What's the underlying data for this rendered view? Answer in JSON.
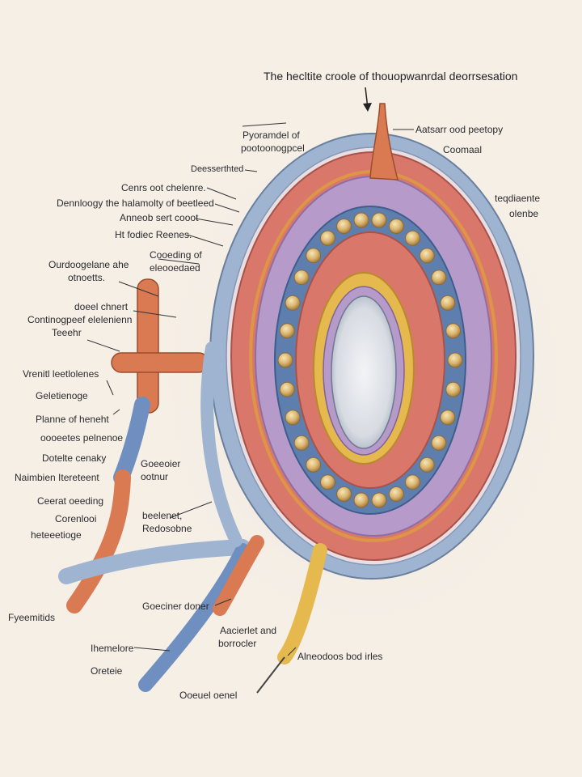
{
  "title": "The hecltite croole of thouopwanrdal deorrsesation",
  "labels": {
    "top_right_1": "Aatsarr ood peetopy",
    "top_right_2": "Coomaal",
    "left_1": "Pyoramdel of",
    "left_2": "pootoonogpcel",
    "left_3": "Deesserthted",
    "left_4": "Cenrs oot chelenre.",
    "left_5": "Dennloogy the halamolty of beetleed",
    "left_6": "Anneob sert cooot",
    "left_7": "Ht fodiec Reenes.",
    "left_8": "Cooeding of",
    "left_9": "eleooedaed",
    "left_10": "Ourdoogelane ahe",
    "left_11": "otnoetts.",
    "left_12": "doeel chnert",
    "left_13": "Continogpeef elelenienn",
    "left_14": "Teeehr",
    "left_15": "Vrenitl leetlolenes",
    "left_16": "Geletienoge",
    "left_17": "Planne of heneht",
    "left_18": "oooeetes pelnenoe",
    "left_19": "Dotelte cenaky",
    "left_20": "Naimbien Itereteent",
    "left_21": "Ceerat oeeding",
    "left_22": "Corenlooi",
    "left_23": "heteeetioge",
    "mid_1": "Goeeoier",
    "mid_2": "ootnur",
    "mid_3": "beelenet,",
    "mid_4": "Redosobne",
    "right_1": "teqdiaente",
    "right_2": "olenbe",
    "bottom_1": "Fyeemitids",
    "bottom_2": "Goeciner doner",
    "bottom_3": "Ihemelore",
    "bottom_4": "Aacierlet and",
    "bottom_5": "borrocler",
    "bottom_6": "Alneodoos bod irles",
    "bottom_7": "Oreteie",
    "bottom_8": "Ooeuel oenel"
  },
  "colors": {
    "background": "#f5efe6",
    "outer_blue": "#9fb4d0",
    "red_band": "#d9786a",
    "purple_band": "#b69ac9",
    "orange_line": "#dd9547",
    "blue_ring": "#5e7fae",
    "bead": "#d9b36f",
    "yellow_ring": "#e5b94e",
    "inner_lumen": "#e4e6ea",
    "tube_orange": "#d97a52",
    "tube_blue": "#6f8fc0"
  }
}
